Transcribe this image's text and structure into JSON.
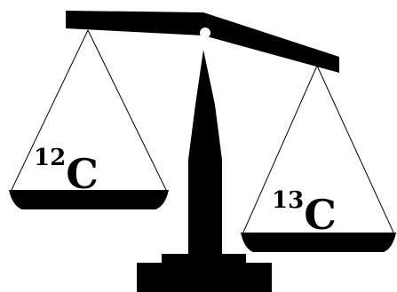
{
  "diagram": {
    "colors": {
      "ink": "#000000",
      "background": "#ffffff"
    },
    "left_pan": {
      "mass_number": "12",
      "element": "C"
    },
    "right_pan": {
      "mass_number": "13",
      "element": "C"
    }
  }
}
